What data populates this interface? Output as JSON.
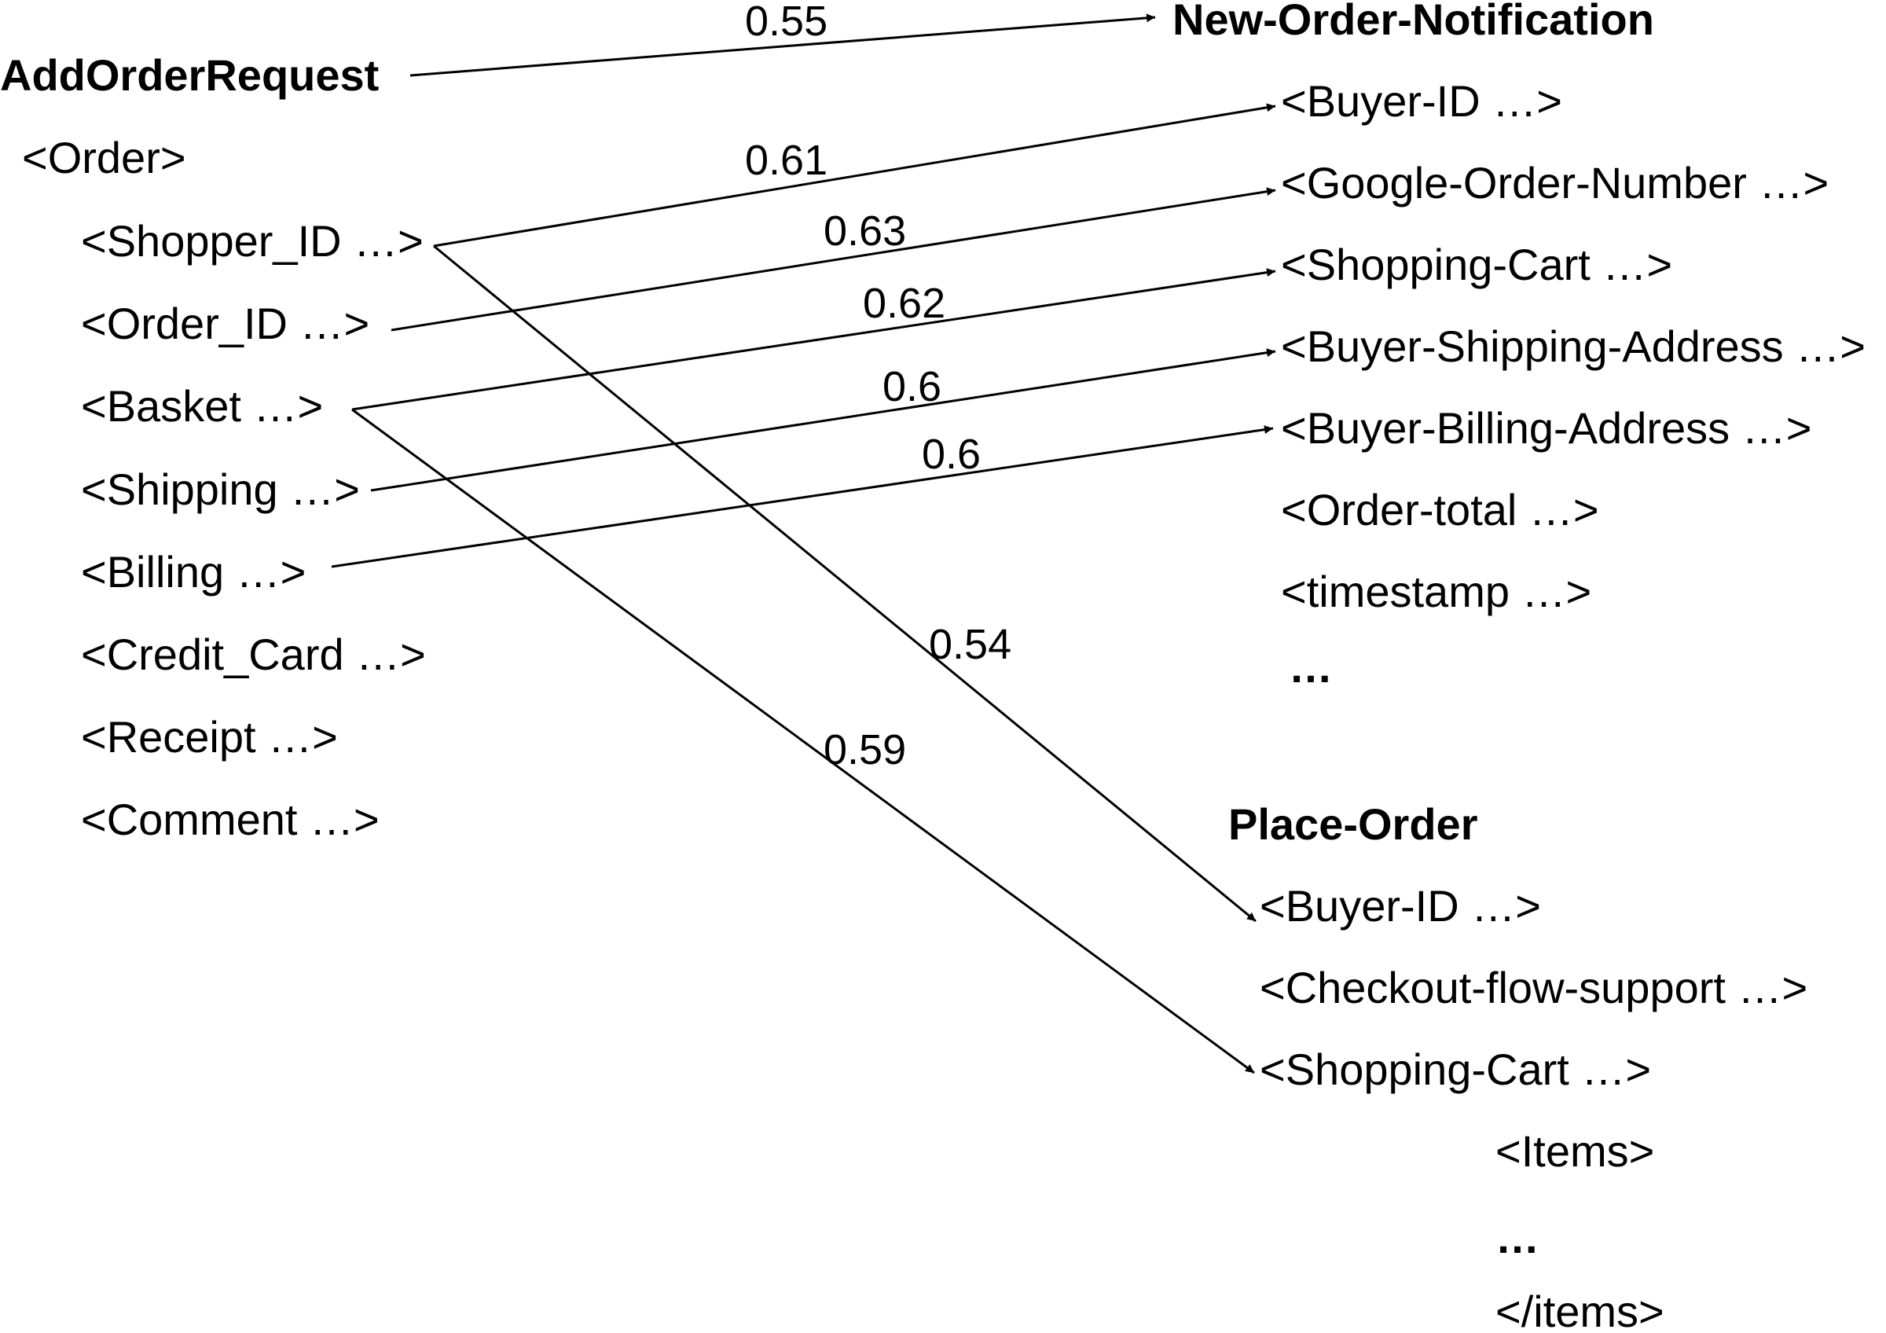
{
  "left_schema": {
    "title": "AddOrderRequest",
    "order_tag": "<Order>",
    "fields": [
      "<Shopper_ID …>",
      "<Order_ID …>",
      "<Basket …>",
      "<Shipping …>",
      "<Billing …>",
      "<Credit_Card …>",
      "<Receipt …>",
      "<Comment …>"
    ]
  },
  "new_order_schema": {
    "title": "New-Order-Notification",
    "fields": [
      "<Buyer-ID …>",
      "<Google-Order-Number …>",
      "<Shopping-Cart …>",
      "<Buyer-Shipping-Address …>",
      "<Buyer-Billing-Address …>",
      "<Order-total …>",
      "<timestamp …>"
    ],
    "ellipsis": "…"
  },
  "place_order_schema": {
    "title": "Place-Order",
    "fields": [
      "<Buyer-ID …>",
      "<Checkout-flow-support …>",
      "<Shopping-Cart …>"
    ],
    "items_open": "<Items>",
    "items_ellipsis": "…",
    "items_close": "</items>"
  },
  "mappings": [
    {
      "from": "AddOrderRequest",
      "to": "New-Order-Notification",
      "weight": "0.55"
    },
    {
      "from": "<Shopper_ID …>",
      "to": "<Buyer-ID …>",
      "weight": "0.61"
    },
    {
      "from": "<Order_ID …>",
      "to": "<Google-Order-Number …>",
      "weight": "0.63"
    },
    {
      "from": "<Basket …>",
      "to": "<Shopping-Cart …>",
      "weight": "0.62"
    },
    {
      "from": "<Shipping …>",
      "to": "<Buyer-Shipping-Address …>",
      "weight": "0.6"
    },
    {
      "from": "<Billing …>",
      "to": "<Buyer-Billing-Address …>",
      "weight": "0.6"
    },
    {
      "from": "<Shopper_ID …>",
      "to": "Place-Order <Buyer-ID …>",
      "weight": "0.54"
    },
    {
      "from": "<Basket …>",
      "to": "Place-Order <Shopping-Cart …>",
      "weight": "0.59"
    }
  ]
}
